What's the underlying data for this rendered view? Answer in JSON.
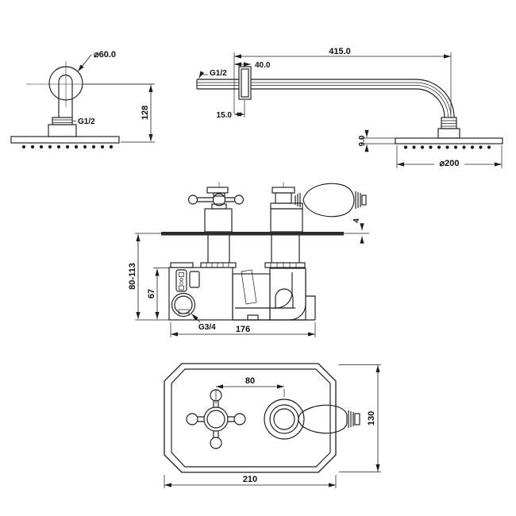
{
  "views": {
    "head_front": {
      "diameter": "⌀60.0",
      "thread": "G1/2",
      "drop_height": "128"
    },
    "arm_side": {
      "length": "415.0",
      "flange_offset": "40.0",
      "thread": "G1/2",
      "wall_clearance": "15.0",
      "head_thickness": "9.0",
      "head_diameter": "⌀200"
    },
    "valve_side": {
      "plate_thickness": "4",
      "install_depth": "80-113",
      "body_height": "67",
      "outlet_thread": "G3/4",
      "body_width": "176"
    },
    "faceplate_front": {
      "handle_spacing": "80",
      "plate_height": "130",
      "plate_width": "210"
    }
  },
  "colors": {
    "line": "#1c1c1c",
    "background": "#ffffff",
    "plate_edge_fill": "#2b2b2b"
  }
}
